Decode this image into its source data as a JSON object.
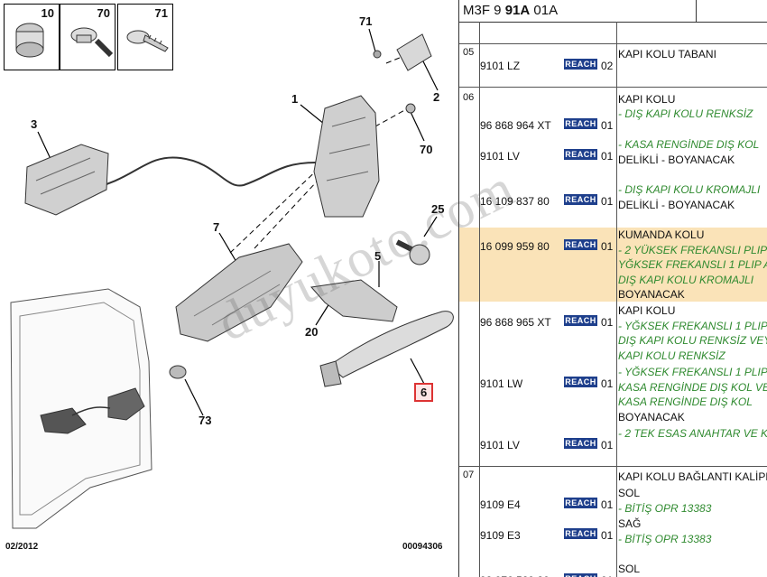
{
  "diagram": {
    "insets": [
      {
        "num": "10",
        "icon": "push-clip-icon"
      },
      {
        "num": "70",
        "icon": "torx-screw-icon"
      },
      {
        "num": "71",
        "icon": "self-tapping-screw-icon"
      }
    ],
    "callouts": {
      "c71": "71",
      "c2": "2",
      "c1": "1",
      "c3": "3",
      "c70": "70",
      "c7": "7",
      "c25": "25",
      "c5": "5",
      "c20": "20",
      "c6": "6",
      "c73": "73"
    },
    "footer_left": "02/2012",
    "footer_right": "00094306",
    "watermark": "duyukoto.com"
  },
  "table": {
    "header": {
      "prefix": "M3F 9",
      "bold": "91A",
      "suffix": "01A"
    },
    "reach_label": "REACH",
    "rows": [
      {
        "group": "05",
        "pn": "9101 LZ",
        "qty": "02",
        "lines": [
          {
            "t": "KAPI KOLU TABANI",
            "s": "title"
          }
        ]
      },
      {
        "group": "06",
        "pn": "",
        "qty": "",
        "lines": [
          {
            "t": "KAPI KOLU",
            "s": "title"
          }
        ]
      },
      {
        "group": "",
        "pn": "96 868 964 XT",
        "qty": "01",
        "lines": [
          {
            "t": "- DIŞ KAPI KOLU RENKSİZ",
            "s": "green"
          }
        ]
      },
      {
        "group": "",
        "pn": "9101 LV",
        "qty": "01",
        "lines": [
          {
            "t": "- KASA RENGİNDE DIŞ KOL",
            "s": "green"
          },
          {
            "t": "DELİKLİ - BOYANACAK",
            "s": "black"
          }
        ]
      },
      {
        "group": "",
        "pn": "16 109 837 80",
        "qty": "01",
        "lines": [
          {
            "t": "- DIŞ KAPI KOLU KROMAJLI",
            "s": "green"
          },
          {
            "t": "DELİKLİ - BOYANACAK",
            "s": "black"
          }
        ]
      },
      {
        "group": "",
        "pn": "16 099 959 80",
        "qty": "01",
        "lines": [
          {
            "t": "KUMANDA KOLU",
            "s": "title"
          },
          {
            "t": "- 2 YÜKSEK FREKANSLI PLIP",
            "s": "green"
          },
          {
            "t": "YĞKSEK FREKANSLI 1 PLIP A",
            "s": "green"
          },
          {
            "t": "DIŞ KAPI KOLU KROMAJLI",
            "s": "green"
          },
          {
            "t": "BOYANACAK",
            "s": "black"
          }
        ]
      },
      {
        "group": "",
        "pn": "96 868 965 XT",
        "qty": "01",
        "lines": [
          {
            "t": "KAPI KOLU",
            "s": "title"
          },
          {
            "t": "- YĞKSEK FREKANSLI 1 PLIP",
            "s": "green"
          },
          {
            "t": "DIŞ KAPI KOLU RENKSİZ VEY",
            "s": "green"
          },
          {
            "t": "KAPI KOLU RENKSİZ",
            "s": "green"
          }
        ]
      },
      {
        "group": "",
        "pn": "9101 LW",
        "qty": "01",
        "lines": [
          {
            "t": "- YĞKSEK FREKANSLI 1 PLIP",
            "s": "green"
          },
          {
            "t": "KASA RENGİNDE DIŞ KOL VE",
            "s": "green"
          },
          {
            "t": "KASA RENGİNDE DIŞ KOL",
            "s": "green"
          },
          {
            "t": "BOYANACAK",
            "s": "black"
          }
        ]
      },
      {
        "group": "",
        "pn": "9101 LV",
        "qty": "01",
        "lines": [
          {
            "t": "- 2 TEK ESAS ANAHTAR VE K",
            "s": "green"
          }
        ]
      },
      {
        "group": "07",
        "pn": "",
        "qty": "",
        "lines": [
          {
            "t": "KAPI KOLU BAĞLANTI KALİPL",
            "s": "title"
          }
        ]
      },
      {
        "group": "",
        "pn": "9109 E4",
        "qty": "01",
        "lines": [
          {
            "t": "SOL",
            "s": "title"
          },
          {
            "t": "- BİTİŞ OPR 13383",
            "s": "green"
          }
        ]
      },
      {
        "group": "",
        "pn": "9109 E3",
        "qty": "01",
        "lines": [
          {
            "t": "SAĞ",
            "s": "title"
          },
          {
            "t": "- BİTİŞ OPR 13383",
            "s": "green"
          }
        ]
      },
      {
        "group": "",
        "pn": "98 076 529 80",
        "qty": "01",
        "lines": [
          {
            "t": "SOL",
            "s": "title"
          }
        ]
      }
    ]
  }
}
